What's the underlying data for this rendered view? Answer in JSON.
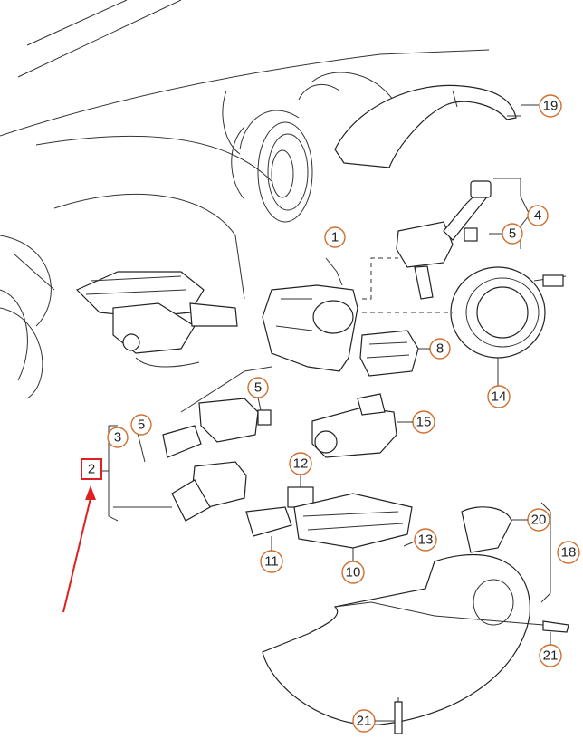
{
  "callouts": [
    {
      "id": "c19",
      "label": "19"
    },
    {
      "id": "c4",
      "label": "4"
    },
    {
      "id": "c5a",
      "label": "5"
    },
    {
      "id": "c1",
      "label": "1"
    },
    {
      "id": "c8",
      "label": "8"
    },
    {
      "id": "c14",
      "label": "14"
    },
    {
      "id": "c5b",
      "label": "5"
    },
    {
      "id": "c15",
      "label": "15"
    },
    {
      "id": "c3",
      "label": "3"
    },
    {
      "id": "c5c",
      "label": "5"
    },
    {
      "id": "c2",
      "label": "2"
    },
    {
      "id": "c12",
      "label": "12"
    },
    {
      "id": "c20",
      "label": "20"
    },
    {
      "id": "c18",
      "label": "18"
    },
    {
      "id": "c13",
      "label": "13"
    },
    {
      "id": "c11",
      "label": "11"
    },
    {
      "id": "c10",
      "label": "10"
    },
    {
      "id": "c21a",
      "label": "21"
    },
    {
      "id": "c21b",
      "label": "21"
    }
  ],
  "highlight": {
    "target": "2",
    "color": "#e02020"
  }
}
